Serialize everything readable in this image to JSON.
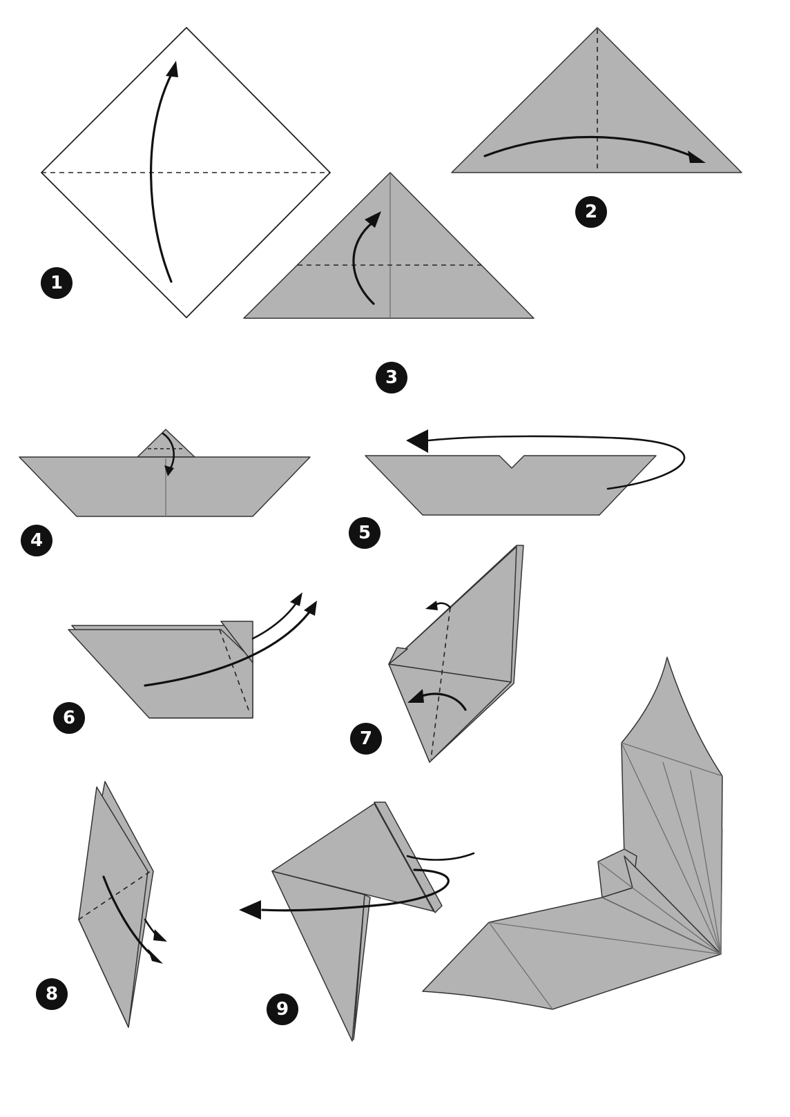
{
  "steps": [
    {
      "number": "1"
    },
    {
      "number": "2"
    },
    {
      "number": "3"
    },
    {
      "number": "4"
    },
    {
      "number": "5"
    },
    {
      "number": "6"
    },
    {
      "number": "7"
    },
    {
      "number": "8"
    },
    {
      "number": "9"
    }
  ],
  "colors": {
    "paper": "#b3b3b3",
    "outline": "#333333",
    "arrow": "#111111",
    "badge": "#111111",
    "background": "#ffffff"
  },
  "icons": [
    "fold-arrow-icon",
    "step-number-badge",
    "dashed-fold-line"
  ]
}
